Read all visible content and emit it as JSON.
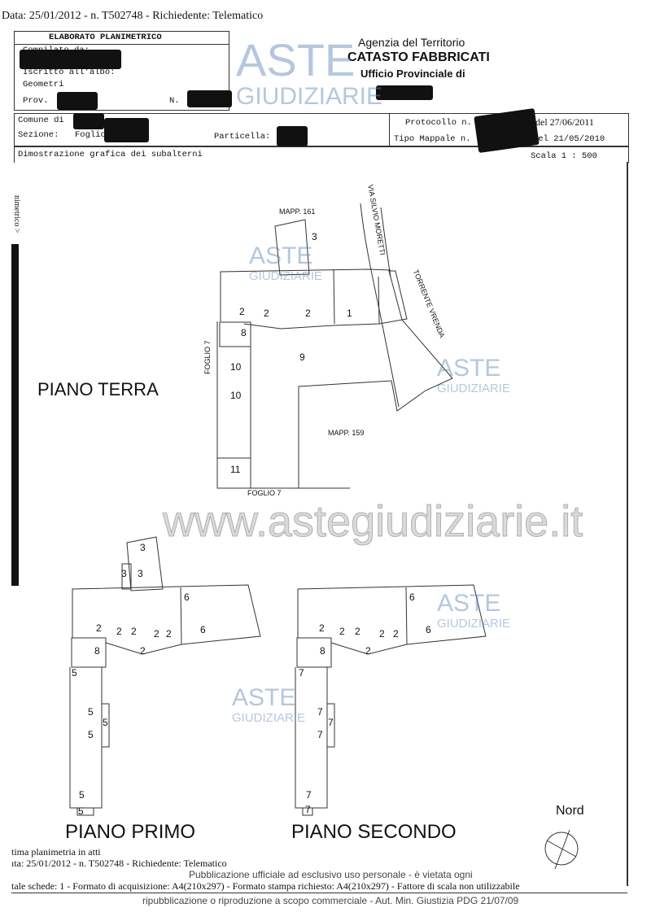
{
  "header_line": "Data: 25/01/2012 - n. T502748 - Richiedente: Telematico",
  "left_box": {
    "title": "ELABORATO PLANIMETRICO",
    "compilato": "Compilato da:",
    "iscritto": "Iscritto all'albo:",
    "albo": "Geometri",
    "prov": "Prov.",
    "n": "N."
  },
  "agency": {
    "line1": "Agenzia del Territorio",
    "line2": "CATASTO FABBRICATI",
    "line3": "Ufficio Provinciale di"
  },
  "info_row": {
    "comune": "Comune di",
    "sezione": "Sezione:",
    "foglio": "Foglio:",
    "particella": "Particella:",
    "protocollo": "Protocollo n.",
    "protocollo_date": "del 27/06/2011",
    "tipo_mappale": "Tipo Mappale n.",
    "tipo_mappale_date": "del 21/05/2010"
  },
  "subtitle": "Dimostrazione grafica dei subalterni",
  "scale": "Scala 1 : 500",
  "side_text": "nimetrico >",
  "plan": {
    "piano_terra": "PIANO TERRA",
    "piano_primo": "PIANO PRIMO",
    "piano_secondo": "PIANO SECONDO",
    "mapp_161": "MAPP. 161",
    "mapp_159": "MAPP. 159",
    "foglio_7_left": "FOGLIO 7",
    "foglio_7_bottom": "FOGLIO 7",
    "via": "VIA SILVIO MORETTI",
    "torrente": "TORRENTE VRENDA",
    "nord": "Nord",
    "terra_labels": [
      "3",
      "2",
      "2",
      "2",
      "1",
      "8",
      "9",
      "10",
      "10",
      "11"
    ],
    "primo_labels": [
      "3",
      "3",
      "3",
      "6",
      "2",
      "2",
      "2",
      "2",
      "2",
      "6",
      "2",
      "8",
      "5",
      "5",
      "5",
      "5",
      "5",
      "5"
    ],
    "secondo_labels": [
      "6",
      "2",
      "2",
      "2",
      "2",
      "2",
      "6",
      "2",
      "8",
      "7",
      "7",
      "7",
      "7",
      "7",
      "7"
    ]
  },
  "footer": {
    "line1": "tima planimetria in atti",
    "line2": "ıta: 25/01/2012 - n. T502748 - Richiedente: Telematico",
    "line3": "tale schede: 1 - Formato di acquisizione: A4(210x297) - Formato stampa richiesto: A4(210x297) - Fattore di scala non utilizzabile",
    "notice1": "Pubblicazione ufficiale ad esclusivo uso personale - è vietata ogni",
    "notice2": "ripubblicazione o riproduzione a scopo commerciale - Aut. Min. Giustizia PDG 21/07/09"
  },
  "watermark": {
    "aste": "ASTE",
    "giudiziarie": "GIUDIZIARIE",
    "url": "www.astegiudiziarie.it",
    "color": "#5a82b4"
  }
}
